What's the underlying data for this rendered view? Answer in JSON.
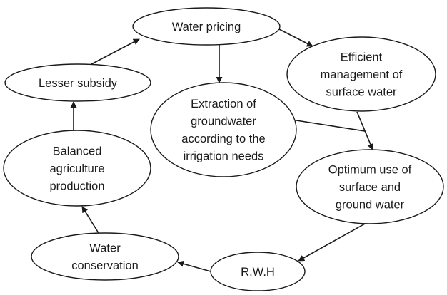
{
  "diagram": {
    "type": "cycle-flow",
    "colors": {
      "stroke": "#1a1a1a",
      "fill": "#ffffff",
      "text": "#1a1a1a"
    },
    "nodes": [
      {
        "id": "water-pricing",
        "lines": [
          "Water pricing"
        ]
      },
      {
        "id": "efficient-management",
        "lines": [
          "Efficient",
          "management of",
          "surface water"
        ]
      },
      {
        "id": "extraction-groundwater",
        "lines": [
          "Extraction of",
          "groundwater",
          "according to the",
          "irrigation needs"
        ]
      },
      {
        "id": "optimum-use",
        "lines": [
          "Optimum use of",
          "surface and",
          "ground water"
        ]
      },
      {
        "id": "rwh",
        "lines": [
          "R.W.H"
        ]
      },
      {
        "id": "water-conservation",
        "lines": [
          "Water",
          "conservation"
        ]
      },
      {
        "id": "balanced-agriculture",
        "lines": [
          "Balanced",
          "agriculture",
          "production"
        ]
      },
      {
        "id": "lesser-subsidy",
        "lines": [
          "Lesser subsidy"
        ]
      }
    ],
    "edges": [
      {
        "from": "water-pricing",
        "to": "efficient-management",
        "arrow": true
      },
      {
        "from": "water-pricing",
        "to": "extraction-groundwater",
        "arrow": true
      },
      {
        "from": "efficient-management",
        "to": "optimum-use",
        "arrow": true
      },
      {
        "from": "extraction-groundwater",
        "to": "optimum-use",
        "arrow": false,
        "joins": "efficient-management->optimum-use"
      },
      {
        "from": "optimum-use",
        "to": "rwh",
        "arrow": true
      },
      {
        "from": "rwh",
        "to": "water-conservation",
        "arrow": true
      },
      {
        "from": "water-conservation",
        "to": "balanced-agriculture",
        "arrow": true
      },
      {
        "from": "balanced-agriculture",
        "to": "lesser-subsidy",
        "arrow": true
      },
      {
        "from": "lesser-subsidy",
        "to": "water-pricing",
        "arrow": true
      }
    ]
  }
}
